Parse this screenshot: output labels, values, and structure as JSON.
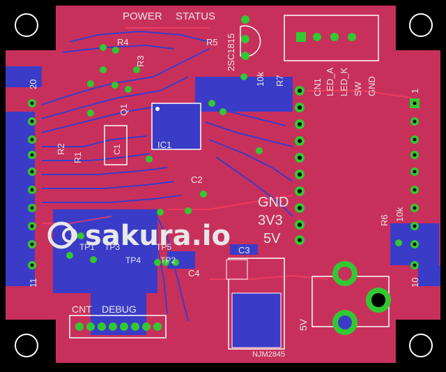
{
  "board": {
    "labels": {
      "power": "POWER",
      "status": "STATUS",
      "r4": "R4",
      "r5": "R5",
      "r3": "R3",
      "r2": "R2",
      "r1": "R1",
      "r6": "R6",
      "r7": "R7",
      "r6_val": "10k",
      "r7_val": "10k",
      "ic1": "IC1",
      "q1": "Q1",
      "c1": "C1",
      "c2": "C2",
      "c3": "C3",
      "c4": "C4",
      "transistor": "2SC1815",
      "pin20": "20",
      "pin11": "11",
      "pin1": "1",
      "pin10": "10",
      "gnd_big": "GND",
      "v33": "3V3",
      "v5": "5V",
      "cn1": "CN1",
      "led_a": "LED_A",
      "led_k": "LED_K",
      "sw": "SW",
      "gnd": "GND",
      "logo": "sakura.io",
      "cnt": "CNT",
      "debug": "DEBUG",
      "tp1": "TP1",
      "tp3": "TP3",
      "tp4": "TP4",
      "tp5": "TP5",
      "tp2": "TP2",
      "regulator": "NJM2845",
      "v5_jack": "5V"
    },
    "colors": {
      "background": "#000000",
      "top_copper": "#c8305c",
      "bottom_copper": "#3a3cc8",
      "pad": "#32c832",
      "silkscreen": "#e6e6e6"
    }
  }
}
